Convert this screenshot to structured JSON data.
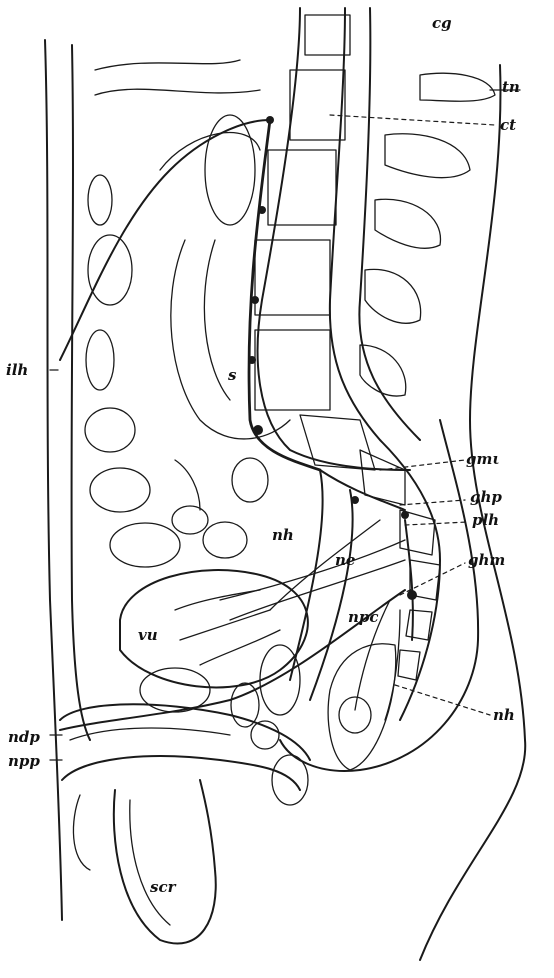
{
  "labels": {
    "cg": "cg",
    "tn": "tn",
    "ct": "ct",
    "ilh": "ilh",
    "s": "s",
    "gmi": "gmι",
    "ghp": "ghp",
    "plh": "plh",
    "nh_upper": "nh",
    "ghm": "ghm",
    "ne": "ne",
    "npc": "npc",
    "vu": "vu",
    "nh_lower": "nh",
    "ndp": "ndp",
    "npp": "npp",
    "scr": "scr"
  },
  "colors": {
    "ink": "#1a1a1a",
    "background": "#ffffff"
  }
}
